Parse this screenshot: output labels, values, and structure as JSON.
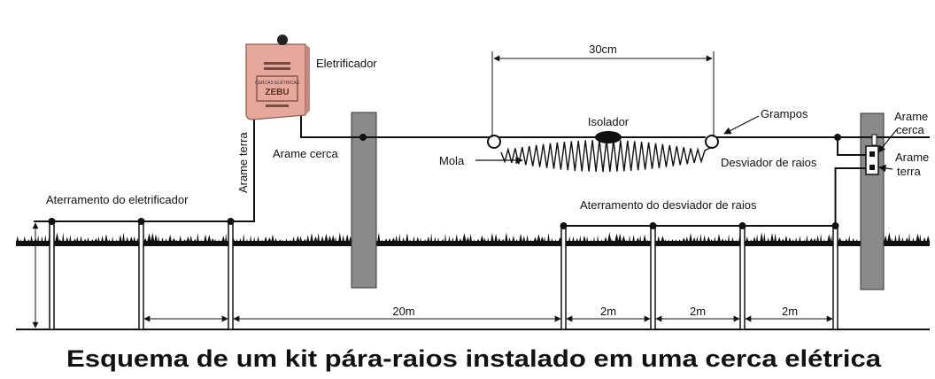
{
  "title": "Esquema de um kit pára-raios instalado em uma cerca elétrica",
  "labels": {
    "eletrificador": "Eletrificador",
    "arame_cerca_left": "Arame cerca",
    "arame_terra_vertical": "Arame terra",
    "aterramento_eletrificador": "Aterramento do eletrificador",
    "dim_30cm": "30cm",
    "isolador": "Isolador",
    "grampos": "Grampos",
    "mola": "Mola",
    "desviador": "Desviador de raios",
    "arame_cerca_right_1": "Arame",
    "arame_cerca_right_2": "cerca",
    "arame_terra_right_1": "Arame",
    "arame_terra_right_2": "terra",
    "aterramento_desviador": "Aterramento do desviador de raios",
    "dim_20m": "20m",
    "dim_2m_a": "2m",
    "dim_2m_b": "2m",
    "dim_2m_c": "2m"
  },
  "device": {
    "brand": "ZEBU",
    "line1": "CERCAS ELÉTRICAS"
  },
  "colors": {
    "post": "#8a8a8a",
    "device": "#e6a89a",
    "wire": "#111111"
  }
}
